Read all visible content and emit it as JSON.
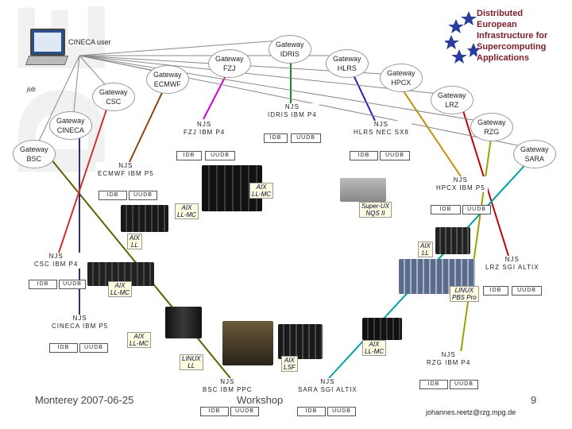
{
  "logo": {
    "lines": [
      "Distributed",
      "European",
      "Infrastructure for",
      "Supercomputing",
      "Applications"
    ],
    "watermark": "DEISA"
  },
  "header": {
    "user_label": "CINECA user",
    "job_label": "job"
  },
  "gateways": [
    {
      "id": "idris",
      "label": "Gateway\nIDRIS"
    },
    {
      "id": "fzj",
      "label": "Gateway\nFZJ"
    },
    {
      "id": "ecmwf",
      "label": "Gateway\nECMWF"
    },
    {
      "id": "hlrs",
      "label": "Gateway\nHLRS"
    },
    {
      "id": "hpcx",
      "label": "Gateway\nHPCX"
    },
    {
      "id": "csc",
      "label": "Gateway\nCSC"
    },
    {
      "id": "lrz",
      "label": "Gateway\nLRZ"
    },
    {
      "id": "cineca",
      "label": "Gateway\nCINECA"
    },
    {
      "id": "rzg",
      "label": "Gateway\nRZG"
    },
    {
      "id": "bsc",
      "label": "Gateway\nBSC"
    },
    {
      "id": "sara",
      "label": "Gateway\nSARA"
    }
  ],
  "njs_nodes": [
    {
      "id": "idris",
      "label": "NJS\nIDRIS IBM P4",
      "idb": "IDB",
      "uudb": "UUDB"
    },
    {
      "id": "fzj",
      "label": "NJS\nFZJ IBM P4",
      "idb": "IDB",
      "uudb": "UUDB"
    },
    {
      "id": "hlrs",
      "label": "NJS\nHLRS NEC SX8",
      "idb": "IDB",
      "uudb": "UUDB"
    },
    {
      "id": "ecmwf",
      "label": "NJS\nECMWF IBM P5",
      "idb": "IDB",
      "uudb": "UUDB"
    },
    {
      "id": "hpcx",
      "label": "NJS\nHPCX IBM P5",
      "idb": "IDB",
      "uudb": "UUDB"
    },
    {
      "id": "csc",
      "label": "NJS\nCSC IBM P4",
      "idb": "IDB",
      "uudb": "UUDB"
    },
    {
      "id": "lrz",
      "label": "NJS\nLRZ SGI ALTIX",
      "idb": "IDB",
      "uudb": "UUDB"
    },
    {
      "id": "cineca",
      "label": "NJS\nCINECA IBM P5",
      "idb": "IDB",
      "uudb": "UUDB"
    },
    {
      "id": "rzg",
      "label": "NJS\nRZG IBM P4",
      "idb": "IDB",
      "uudb": "UUDB"
    },
    {
      "id": "bsc",
      "label": "NJS\nBSC IBM PPC",
      "idb": "IDB",
      "uudb": "UUDB"
    },
    {
      "id": "sara",
      "label": "NJS\nSARA SGI ALTIX",
      "idb": "IDB",
      "uudb": "UUDB"
    }
  ],
  "batch_tags": [
    {
      "id": "idris",
      "label": "AIX\nLL-MC"
    },
    {
      "id": "fzj",
      "label": "AIX\nLL-MC"
    },
    {
      "id": "hlrs",
      "label": "Super-UX\nNQS II"
    },
    {
      "id": "ecmwf",
      "label": "AIX\nLL"
    },
    {
      "id": "hpcx",
      "label": "AIX\nLL"
    },
    {
      "id": "csc",
      "label": "AIX\nLL-MC"
    },
    {
      "id": "lrz",
      "label": "LINUX\nPBS Pro"
    },
    {
      "id": "cineca",
      "label": "AIX\nLL-MC"
    },
    {
      "id": "rzg",
      "label": "AIX\nLL-MC"
    },
    {
      "id": "bsc",
      "label": "LINUX\nLL"
    },
    {
      "id": "sara",
      "label": "AIX\nLSF"
    }
  ],
  "footer": {
    "date": "Monterey 2007-06-25",
    "workshop": "Workshop",
    "page_number": "9",
    "email": "johannes.reetz@rzg.mpg.de"
  }
}
